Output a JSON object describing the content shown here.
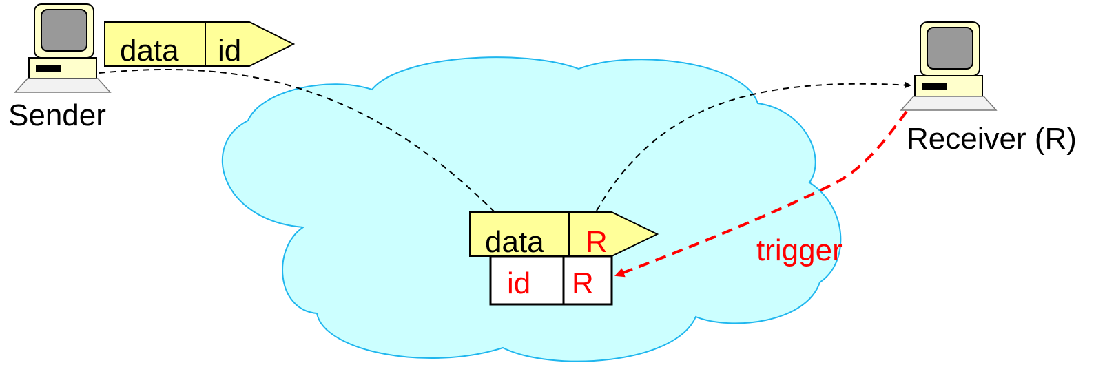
{
  "sender": {
    "label": "Sender"
  },
  "receiver": {
    "label": "Receiver (R)"
  },
  "sender_packet": {
    "field1": "data",
    "field2": "id"
  },
  "network_packet": {
    "field1": "data",
    "field2": "R"
  },
  "trigger_entry": {
    "field1": "id",
    "field2": "R"
  },
  "trigger_label": "trigger",
  "colors": {
    "cloud_fill": "#ccffff",
    "cloud_stroke": "#1fb6ee",
    "packet_fill": "#ffff99",
    "trigger_red": "#ff0000",
    "computer_fill": "#ffffcc",
    "screen_fill": "#999999"
  }
}
